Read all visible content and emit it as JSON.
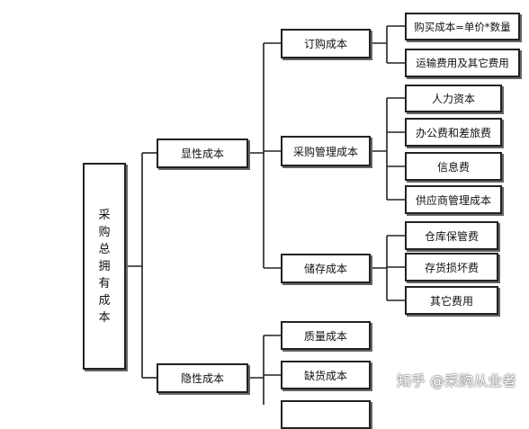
{
  "root": {
    "label": "采购总拥有成本"
  },
  "branches": {
    "explicit": {
      "label": "显性成本",
      "children": {
        "order": {
          "label": "订购成本",
          "items": [
            "购买成本=单价*数量",
            "运输费用及其它费用"
          ]
        },
        "management": {
          "label": "采购管理成本",
          "items": [
            "人力资本",
            "办公费和差旅费",
            "信息费",
            "供应商管理成本"
          ]
        },
        "storage": {
          "label": "储存成本",
          "items": [
            "仓库保管费",
            "存货损坏费",
            "其它费用"
          ]
        }
      }
    },
    "implicit": {
      "label": "隐性成本",
      "children": [
        "质量成本",
        "缺货成本"
      ]
    }
  },
  "watermark": "知乎 @采购从业者"
}
